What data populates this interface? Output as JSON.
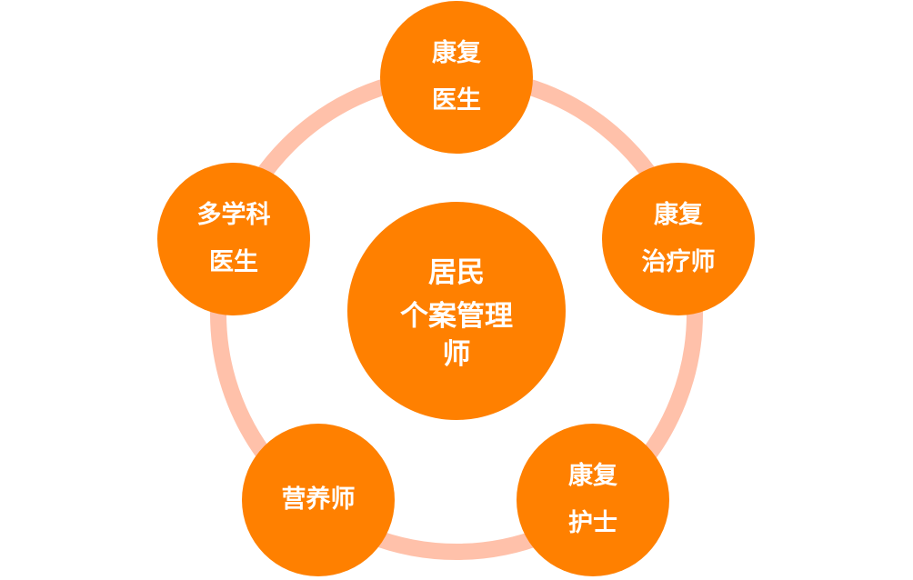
{
  "colors": {
    "node": "#FF8000",
    "ring": "#FFC1AA",
    "text": "#FFFFFF"
  },
  "center": {
    "lines": [
      "居民",
      "个案管理",
      "师"
    ]
  },
  "nodes": [
    {
      "lines": [
        "康复",
        "医生"
      ]
    },
    {
      "lines": [
        "康复",
        "治疗师"
      ]
    },
    {
      "lines": [
        "康复",
        "护士"
      ]
    },
    {
      "lines": [
        "营养师"
      ]
    },
    {
      "lines": [
        "多学科",
        "医生"
      ]
    }
  ]
}
